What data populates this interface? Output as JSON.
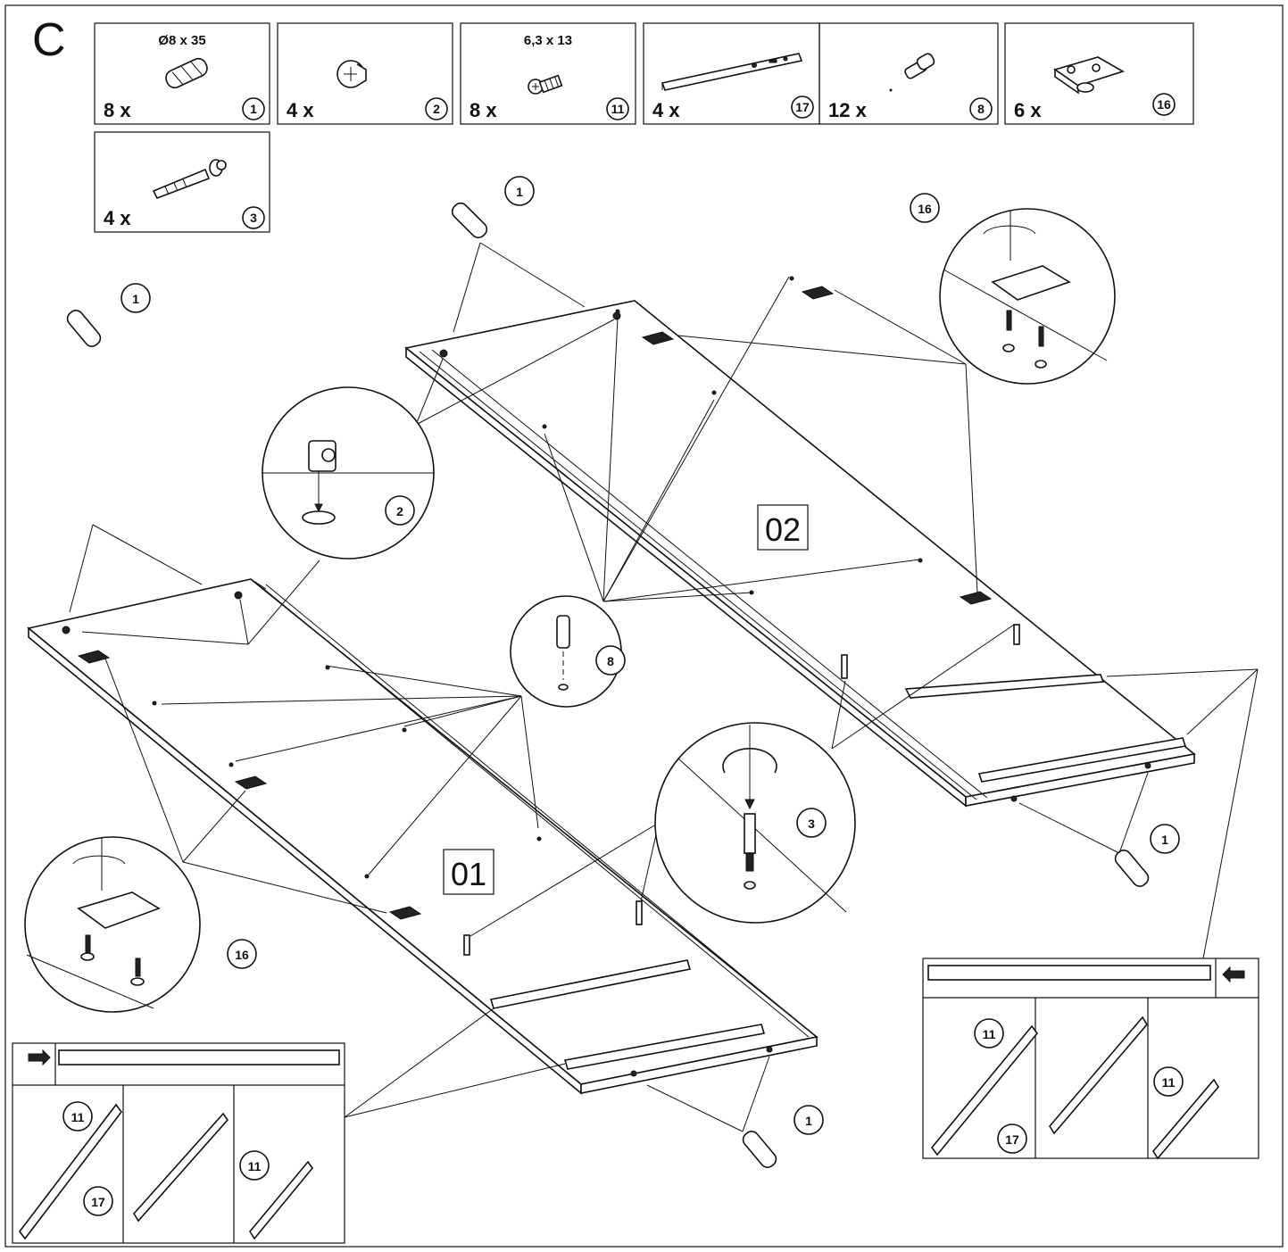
{
  "step_label": "C",
  "parts": [
    {
      "spec": "Ø8 x 35",
      "qty": "8 x",
      "num": "1",
      "icon": "dowel-icon"
    },
    {
      "spec": "",
      "qty": "4 x",
      "num": "2",
      "icon": "cam-lock-icon"
    },
    {
      "spec": "6,3 x 13",
      "qty": "8 x",
      "num": "11",
      "icon": "screw-icon"
    },
    {
      "spec": "",
      "qty": "4 x",
      "num": "17",
      "icon": "drawer-runner-icon"
    },
    {
      "spec": "",
      "qty": "12 x",
      "num": "8",
      "icon": "shelf-pin-icon"
    },
    {
      "spec": "",
      "qty": "6 x",
      "num": "16",
      "icon": "hinge-plate-icon"
    },
    {
      "spec": "",
      "qty": "4 x",
      "num": "3",
      "icon": "cam-bolt-icon"
    }
  ],
  "panels": {
    "left": "01",
    "right": "02"
  },
  "callouts": {
    "dowel": "1",
    "cam": "2",
    "bolt": "3",
    "pin": "8",
    "screw": "11",
    "hinge": "16",
    "runner": "17"
  }
}
